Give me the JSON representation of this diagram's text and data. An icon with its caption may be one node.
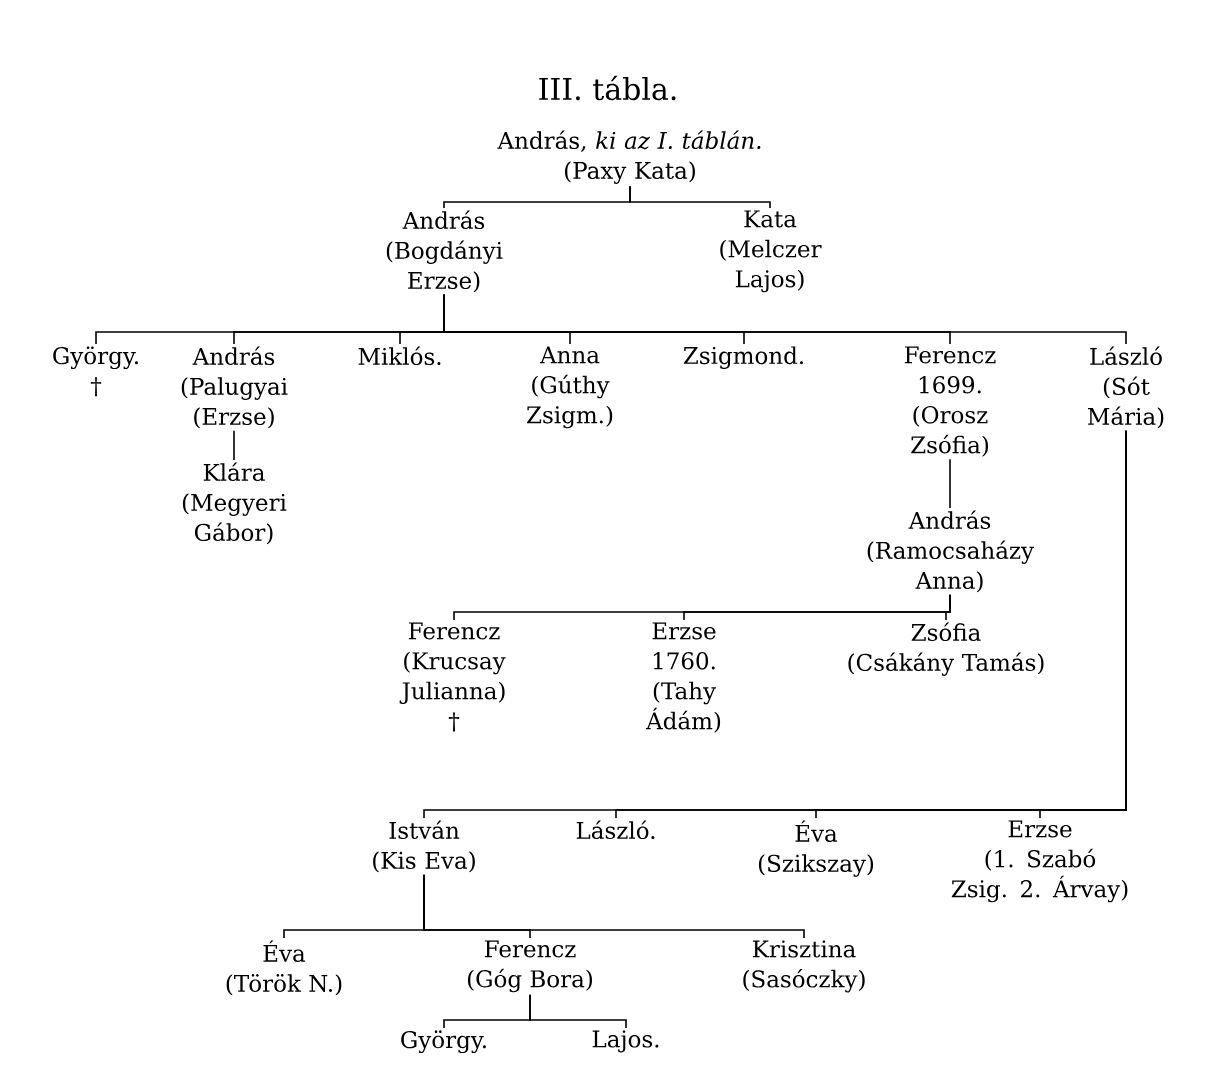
{
  "diagram": {
    "title": "III. tábla.",
    "nodes": [
      {
        "text": [
          "András, *ki az I. táblán.*",
          "(Paxy Kata)"
        ]
      },
      {
        "text": [
          "András",
          "(Bogdányi Erzse)"
        ]
      },
      {
        "text": [
          "Kata",
          "(Melczer Lajos)"
        ]
      },
      {
        "text": [
          "György.",
          "†"
        ]
      },
      {
        "text": [
          "András",
          "(Palugyai (Erzse)"
        ]
      },
      {
        "text": [
          "Miklós."
        ]
      },
      {
        "text": [
          "Anna",
          "(Gúthy Zsigm.)"
        ]
      },
      {
        "text": [
          "Zsigmond."
        ]
      },
      {
        "text": [
          "Ferencz",
          "1699.",
          "(Orosz Zsófia)"
        ]
      },
      {
        "text": [
          "László",
          "(Sót Mária)"
        ]
      },
      {
        "text": [
          "Klára",
          "(Megyeri Gábor)"
        ]
      },
      {
        "text": [
          "András",
          "(Ramocsaházy Anna)"
        ]
      },
      {
        "text": [
          "Ferencz",
          "(Krucsay Julianna)",
          "†"
        ]
      },
      {
        "text": [
          "Erzse",
          "1760.",
          "(Tahy Ádám)"
        ]
      },
      {
        "text": [
          "Zsófia",
          "(Csákány Tamás)"
        ]
      },
      {
        "text": [
          "István",
          "(Kis Eva)"
        ]
      },
      {
        "text": [
          "László."
        ]
      },
      {
        "text": [
          "Éva",
          "(Szikszay)"
        ]
      },
      {
        "text": [
          "Erzse",
          "(1. Szabó Zsig. 2. Árvay)"
        ]
      },
      {
        "text": [
          "Éva",
          "(Török N.)"
        ]
      },
      {
        "text": [
          "Ferencz",
          "(Góg Bora)"
        ]
      },
      {
        "text": [
          "Krisztina",
          "(Sasóczky)"
        ]
      },
      {
        "text": [
          "György."
        ]
      },
      {
        "text": [
          "Lajos."
        ]
      }
    ],
    "edges": [
      {
        "from": 0,
        "to": 1,
        "arrow": "none"
      },
      {
        "from": 0,
        "to": 2,
        "arrow": "none"
      },
      {
        "from": 1,
        "to": 3,
        "arrow": "none"
      },
      {
        "from": 1,
        "to": 4,
        "arrow": "none"
      },
      {
        "from": 1,
        "to": 5,
        "arrow": "none"
      },
      {
        "from": 1,
        "to": 6,
        "arrow": "none"
      },
      {
        "from": 1,
        "to": 7,
        "arrow": "none"
      },
      {
        "from": 1,
        "to": 8,
        "arrow": "none"
      },
      {
        "from": 1,
        "to": 9,
        "arrow": "none"
      },
      {
        "from": 4,
        "to": 10,
        "arrow": "none"
      },
      {
        "from": 8,
        "to": 11,
        "arrow": "none"
      },
      {
        "from": 11,
        "to": 12,
        "arrow": "none"
      },
      {
        "from": 11,
        "to": 13,
        "arrow": "none"
      },
      {
        "from": 11,
        "to": 14,
        "arrow": "none"
      },
      {
        "from": 9,
        "to": 15,
        "arrow": "none"
      },
      {
        "from": 9,
        "to": 16,
        "arrow": "none"
      },
      {
        "from": 9,
        "to": 17,
        "arrow": "none"
      },
      {
        "from": 9,
        "to": 18,
        "arrow": "none"
      },
      {
        "from": 15,
        "to": 19,
        "arrow": "none"
      },
      {
        "from": 15,
        "to": 20,
        "arrow": "none"
      },
      {
        "from": 15,
        "to": 21,
        "arrow": "none"
      },
      {
        "from": 20,
        "to": 22,
        "arrow": "none"
      },
      {
        "from": 20,
        "to": 23,
        "arrow": "none"
      }
    ]
  }
}
